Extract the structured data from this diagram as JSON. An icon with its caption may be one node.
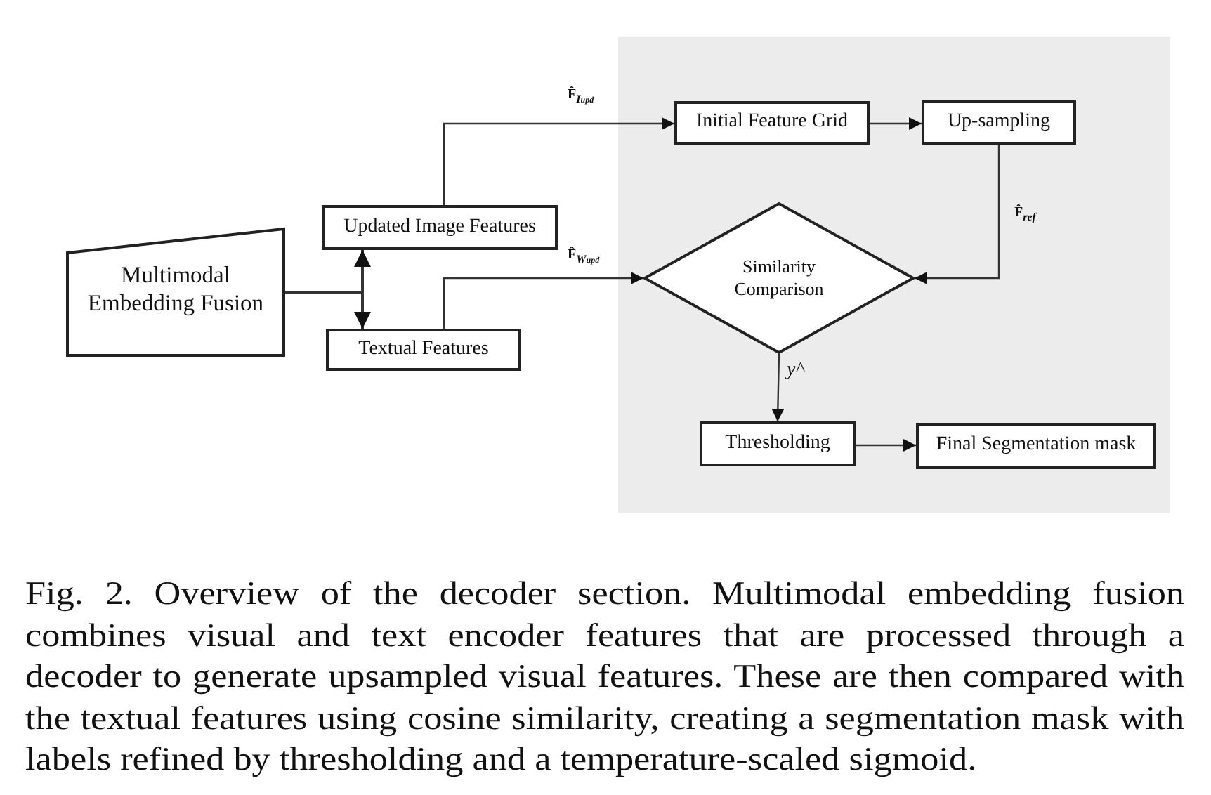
{
  "diagram": {
    "nodes": [
      {
        "text": [
          "Multimodal Embedding Fusion"
        ]
      },
      {
        "text": [
          "Updated Image Features"
        ]
      },
      {
        "text": [
          "Textual Features"
        ]
      },
      {
        "text": [],
        "shape": "box"
      },
      {
        "text": [
          "Initial Feature Grid"
        ],
        "in": 3
      },
      {
        "text": [
          "Up-sampling"
        ],
        "in": 3
      },
      {
        "text": [
          "Similarity Comparison"
        ],
        "in": 3
      },
      {
        "text": [
          "Thresholding"
        ],
        "in": 3
      },
      {
        "text": [
          "Final Segmentation mask"
        ],
        "in": 3
      }
    ],
    "edges": [
      {
        "from": 0,
        "to": 1,
        "arrow": "to"
      },
      {
        "from": 0,
        "to": 2,
        "arrow": "to"
      },
      {
        "from": 1,
        "to": 4,
        "arrow": "to",
        "label": "F̂$_{I}$$_{upd}$"
      },
      {
        "from": 2,
        "to": 6,
        "arrow": "to",
        "label": "F̂$_{W}$$_{upd}$"
      },
      {
        "from": 4,
        "to": 5,
        "arrow": "to"
      },
      {
        "from": 5,
        "to": 6,
        "arrow": "to",
        "label": "F̂$_{ref}$"
      },
      {
        "from": 6,
        "to": 7,
        "arrow": "to",
        "label": "y^"
      },
      {
        "from": 7,
        "to": 8,
        "arrow": "to"
      }
    ],
    "caption": "Fig. 2. Overview of the decoder section. Multimodal embedding fusion combines visual and text encoder features that are processed through a decoder to generate upsampled visual features. These are then compared with the textual features using cosine similarity, creating a segmentation mask with labels refined by thresholding and a temperature-scaled sigmoid."
  }
}
